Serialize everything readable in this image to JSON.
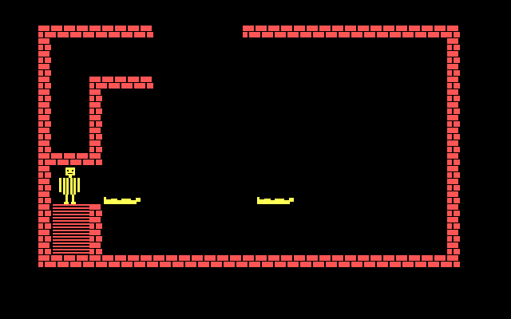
{
  "game": {
    "colors": {
      "background": "#000000",
      "wall": "#ff5555",
      "character": "#ffff55"
    },
    "entities": [
      {
        "type": "player-guard",
        "state": "standing"
      },
      {
        "type": "fallen-body",
        "state": "lying"
      },
      {
        "type": "fallen-body",
        "state": "lying"
      }
    ],
    "features": [
      "brick-walls",
      "staircase",
      "doorway-top"
    ]
  }
}
